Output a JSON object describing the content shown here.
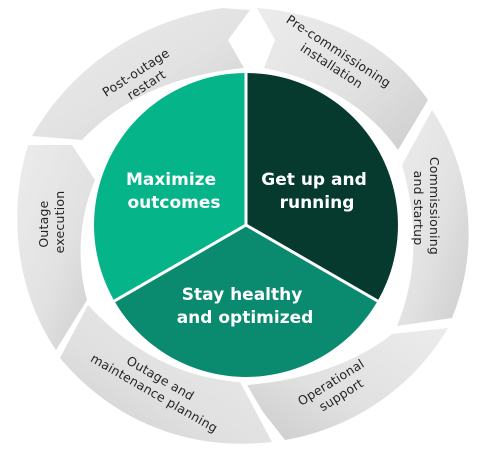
{
  "core": {
    "maximize": {
      "line1": "Maximize",
      "line2": "outcomes",
      "color": "#06b489"
    },
    "getup": {
      "line1": "Get up and",
      "line2": "running",
      "color": "#063a2f"
    },
    "healthy": {
      "line1": "Stay healthy",
      "line2": "and optimized",
      "color": "#0a8a6e"
    }
  },
  "ring": {
    "segments": [
      {
        "line1": "Pre-commissioning",
        "line2": "installation"
      },
      {
        "line1": "Commissioning",
        "line2": "and startup"
      },
      {
        "line1": "Operational",
        "line2": "support"
      },
      {
        "line1": "Outage and",
        "line2": "maintenance planning"
      },
      {
        "line1": "Outage",
        "line2": "execution"
      },
      {
        "line1": "Post-outage",
        "line2": "restart"
      }
    ]
  }
}
